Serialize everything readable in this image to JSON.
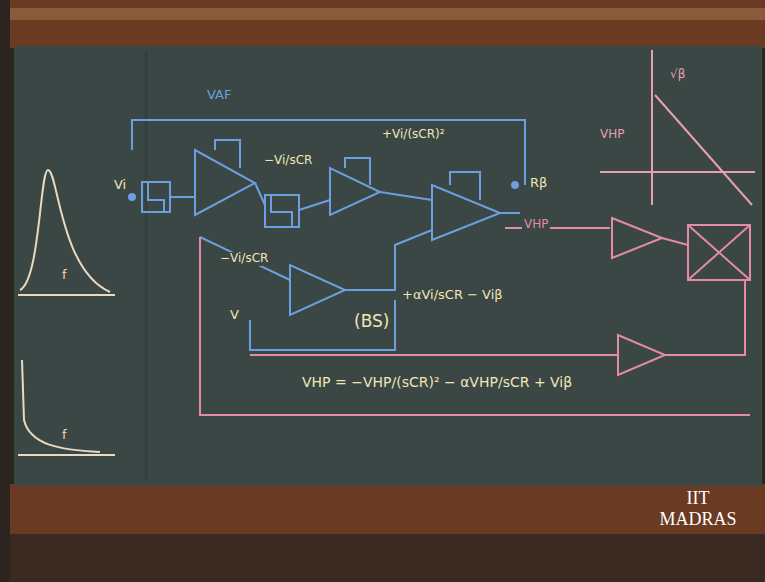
{
  "diagram": {
    "labels": [
      "VAF",
      "−Vi/sCR",
      "+Vi/(sCR)²",
      "Rβ",
      "Vi",
      "VHP",
      "−Vi/sCR",
      "V",
      "+αVi/sCR − Viβ",
      "(BS)",
      "VHP = −VHP/(sCR)² − αVHP/sCR + Viβ",
      "VHP",
      "√β",
      "f",
      "f",
      "IIT MADRAS"
    ]
  }
}
